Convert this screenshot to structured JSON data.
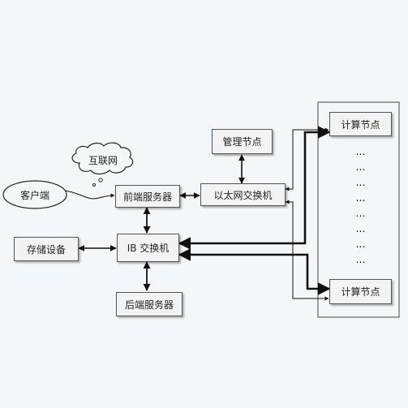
{
  "nodes": {
    "client": "客户端",
    "internet": "互联网",
    "front_server": "前端服务器",
    "ethernet_switch": "以太网交换机",
    "management_node": "管理节点",
    "storage": "存储设备",
    "ib_switch": "IB 交换机",
    "back_server": "后端服务器",
    "compute_node_top": "计算节点",
    "compute_node_bottom": "计算节点"
  },
  "ellipsis": [
    "…",
    "…",
    "…",
    "…",
    "…",
    "…",
    "…",
    "…"
  ]
}
